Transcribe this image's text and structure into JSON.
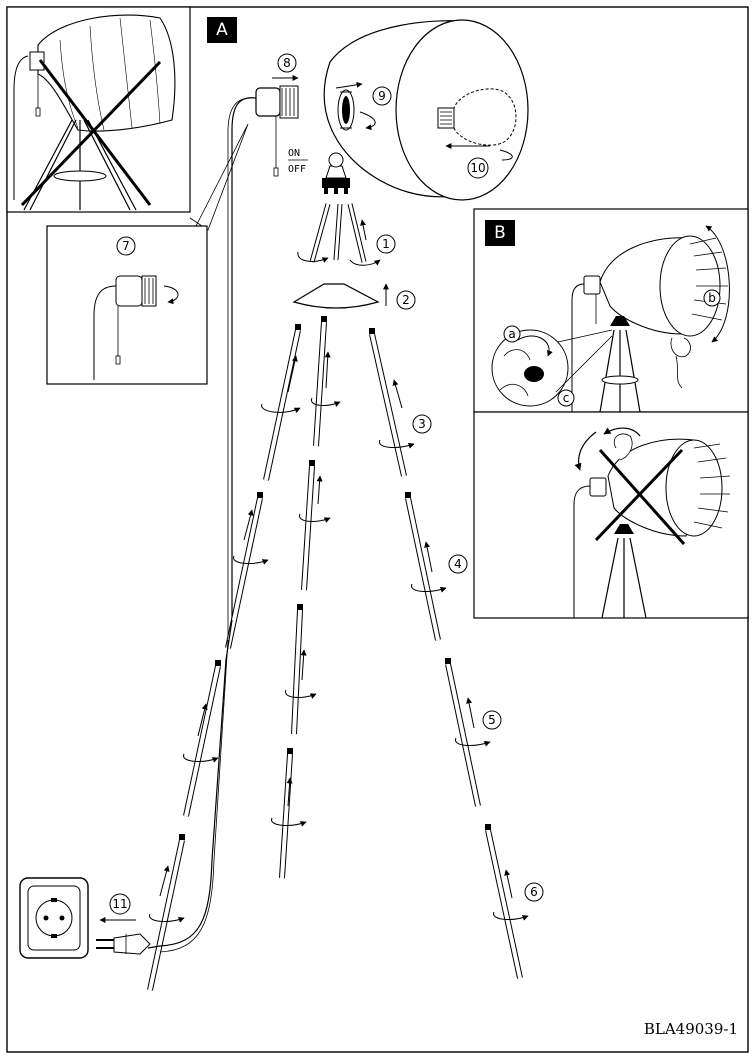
{
  "panels": {
    "a_label": "A",
    "b_label": "B"
  },
  "steps": {
    "s1": "1",
    "s2": "2",
    "s3": "3",
    "s4": "4",
    "s5": "5",
    "s6": "6",
    "s7": "7",
    "s8": "8",
    "s9": "9",
    "s10": "10",
    "s11": "11"
  },
  "sub_steps": {
    "a": "a",
    "b": "b",
    "c": "c"
  },
  "switch": {
    "on": "ON",
    "off": "OFF"
  },
  "document_code": "BLA49039-1"
}
